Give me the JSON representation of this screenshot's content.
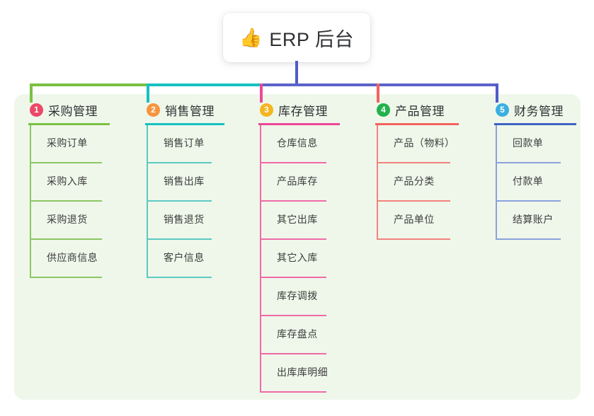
{
  "root": {
    "icon": "thumbs-up-emoji",
    "icon_glyph": "👍",
    "title": "ERP 后台"
  },
  "panel": {
    "background_color": "#eff7ea"
  },
  "trunk_color": "#4f5cc8",
  "columns": [
    {
      "number": "1",
      "title": "采购管理",
      "badge_color": "#ec4868",
      "rule_color": "#7ac143",
      "line_color": "#8cc765",
      "stub_color": "#7ac143",
      "bus_color": "#7ac143",
      "items": [
        "采购订单",
        "采购入库",
        "采购退货",
        "供应商信息"
      ]
    },
    {
      "number": "2",
      "title": "销售管理",
      "badge_color": "#f7943e",
      "rule_color": "#17c1c1",
      "line_color": "#5cc9c3",
      "stub_color": "#17c1c1",
      "bus_color": "#17c1c1",
      "items": [
        "销售订单",
        "销售出库",
        "销售退货",
        "客户信息"
      ]
    },
    {
      "number": "3",
      "title": "库存管理",
      "badge_color": "#f5b520",
      "rule_color": "#ec4899",
      "line_color": "#ef6ba8",
      "stub_color": "#ec4899",
      "bus_color": "#5b63c9",
      "items": [
        "仓库信息",
        "产品库存",
        "其它出库",
        "其它入库",
        "库存调拨",
        "库存盘点",
        "出库库明细"
      ]
    },
    {
      "number": "4",
      "title": "产品管理",
      "badge_color": "#22b14c",
      "rule_color": "#f4625f",
      "line_color": "#f3827e",
      "stub_color": "#f4625f",
      "bus_color": "#5b63c9",
      "items": [
        "产品（物料）",
        "产品分类",
        "产品单位"
      ]
    },
    {
      "number": "5",
      "title": "财务管理",
      "badge_color": "#3bafe0",
      "rule_color": "#3f63c4",
      "line_color": "#8aa2dc",
      "stub_color": "#4f5cc8",
      "bus_color": "#5b63c9",
      "items": [
        "回款单",
        "付款单",
        "结算账户"
      ]
    }
  ]
}
